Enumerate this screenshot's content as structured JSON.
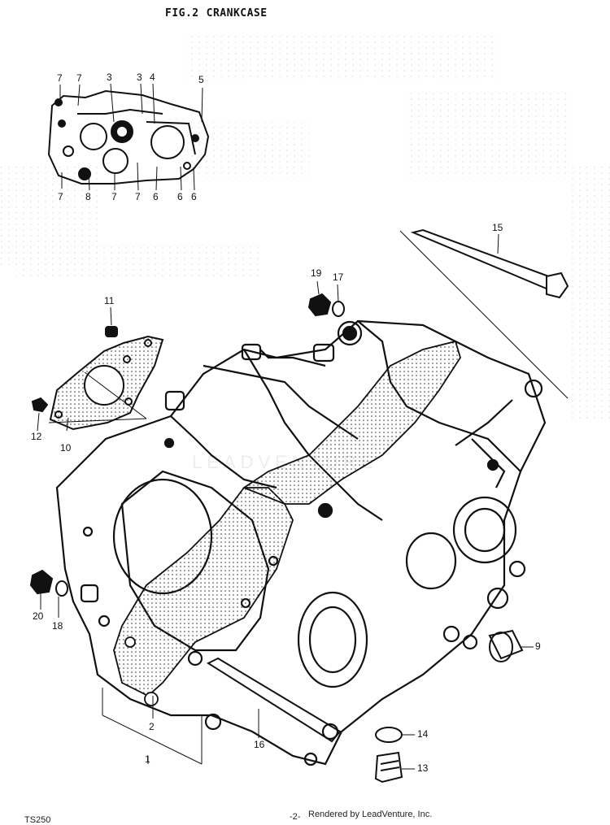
{
  "header": {
    "fig_label": "FIG.2",
    "fig_title": "CRANKCASE"
  },
  "inset_callouts": [
    "7",
    "7",
    "3",
    "3",
    "4",
    "5",
    "7",
    "8",
    "7",
    "7",
    "6",
    "6",
    "6"
  ],
  "callouts": [
    "15",
    "19",
    "17",
    "11",
    "12",
    "10",
    "20",
    "18",
    "9",
    "2",
    "1",
    "16",
    "14",
    "13"
  ],
  "footer": {
    "model": "TS250",
    "page": "-2-",
    "credit": "Rendered by LeadVenture, Inc."
  },
  "watermark": "LEADVENTURE",
  "colors": {
    "ink": "#111111",
    "paper": "#ffffff",
    "gasket_dots": "#333333"
  }
}
